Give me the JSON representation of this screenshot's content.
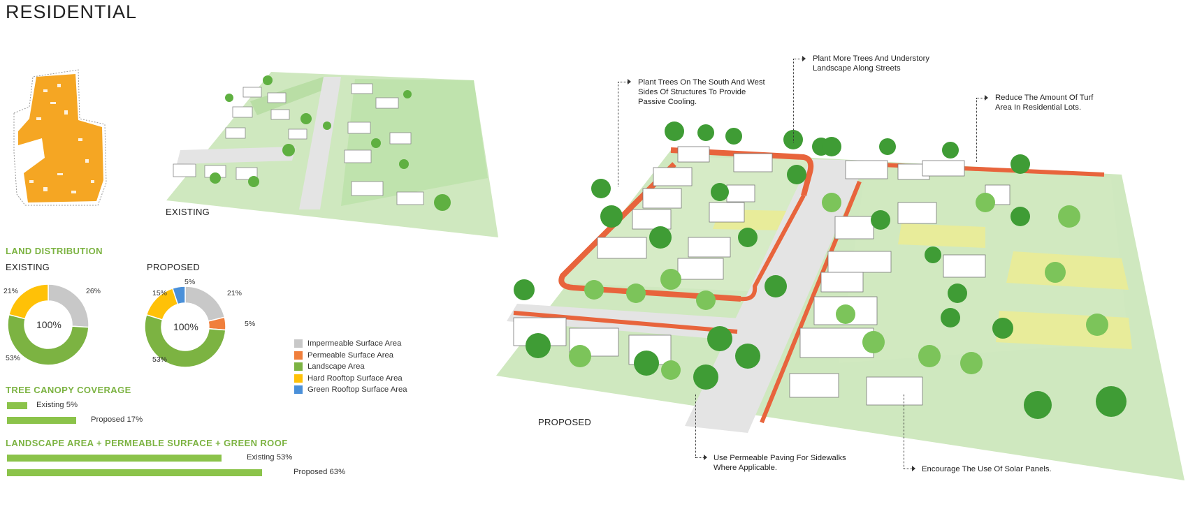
{
  "title": "RESIDENTIAL",
  "labels": {
    "existing_view": "EXISTING",
    "proposed_view": "PROPOSED"
  },
  "land_distribution": {
    "heading": "LAND DISTRIBUTION",
    "existing": {
      "label": "EXISTING",
      "center": "100%",
      "slices": [
        {
          "key": "impermeable",
          "value": 26,
          "label": "26%"
        },
        {
          "key": "landscape",
          "value": 53,
          "label": "53%"
        },
        {
          "key": "hard_roof",
          "value": 21,
          "label": "21%"
        }
      ]
    },
    "proposed": {
      "label": "PROPOSED",
      "center": "100%",
      "slices": [
        {
          "key": "impermeable",
          "value": 21,
          "label": "21%"
        },
        {
          "key": "permeable",
          "value": 5,
          "label": "5%"
        },
        {
          "key": "landscape",
          "value": 53,
          "label": "53%"
        },
        {
          "key": "hard_roof",
          "value": 15,
          "label": "15%"
        },
        {
          "key": "green_roof",
          "value": 5,
          "label": "5%"
        }
      ]
    },
    "legend": [
      {
        "key": "impermeable",
        "label": "Impermeable Surface Area",
        "color": "#c8c8c8"
      },
      {
        "key": "permeable",
        "label": "Permeable Surface Area",
        "color": "#f07f3c"
      },
      {
        "key": "landscape",
        "label": "Landscape Area",
        "color": "#7cb342"
      },
      {
        "key": "hard_roof",
        "label": "Hard Rooftop Surface Area",
        "color": "#ffc107"
      },
      {
        "key": "green_roof",
        "label": "Green Rooftop Surface Area",
        "color": "#4a90d9"
      }
    ]
  },
  "tree_canopy": {
    "heading": "TREE CANOPY COVERAGE",
    "bars": [
      {
        "label": "Existing 5%",
        "value": 5
      },
      {
        "label": "Proposed 17%",
        "value": 17
      }
    ]
  },
  "landscape_permeable": {
    "heading": "LANDSCAPE AREA + PERMEABLE SURFACE + GREEN ROOF",
    "bars": [
      {
        "label": "Existing 53%",
        "value": 53
      },
      {
        "label": "Proposed 63%",
        "value": 63
      }
    ]
  },
  "annotations": {
    "trees_south_west": "Plant Trees On The South And West Sides Of Structures To Provide Passive Cooling.",
    "trees_streets": "Plant More Trees And Understory Landscape Along Streets",
    "reduce_turf": "Reduce The Amount Of Turf Area In Residential Lots.",
    "permeable_paving": "Use Permeable Paving For Sidewalks Where Applicable.",
    "solar_panels": "Encourage The Use Of Solar Panels."
  },
  "colors": {
    "accent_green": "#7cb342",
    "map_orange": "#f5a623",
    "lawn_green": "#a5d68a",
    "turf_yellow": "#e8ec9a",
    "sidewalk_orange": "#e8643c"
  }
}
